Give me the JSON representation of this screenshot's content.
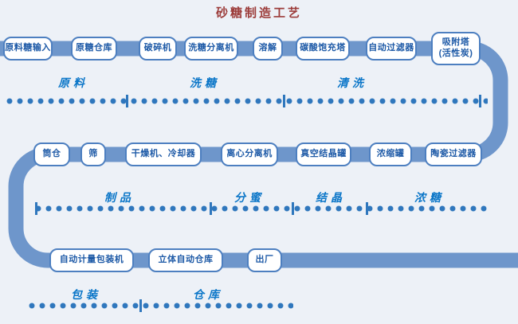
{
  "title": "砂糖制造工艺",
  "flow": {
    "row1": {
      "boxes": [
        "原料糖输入",
        "原糖仓库",
        "破碎机",
        "洗糖分离机",
        "溶解",
        "碳酸饱充塔",
        "自动过滤器",
        "吸附塔\n(活性炭)"
      ],
      "labels": [
        "原料",
        "洗糖",
        "清洗"
      ]
    },
    "row2": {
      "boxes": [
        "筒仓",
        "筛",
        "干燥机、冷却器",
        "离心分离机",
        "真空结晶罐",
        "浓缩罐",
        "陶瓷过滤器"
      ],
      "labels": [
        "制品",
        "分蜜",
        "结晶",
        "浓糖"
      ]
    },
    "row3": {
      "boxes": [
        "自动计量包装机",
        "立体自动仓库",
        "出厂"
      ],
      "labels": [
        "包装",
        "仓库"
      ]
    }
  },
  "colors": {
    "background": "#edf1f7",
    "flow_path": "#6e96cb",
    "box_border": "#4d7fc0",
    "box_text": "#1e5aa7",
    "phase_label": "#0b76c8",
    "dots": "#2f77bd",
    "title": "#9c3c3a"
  }
}
